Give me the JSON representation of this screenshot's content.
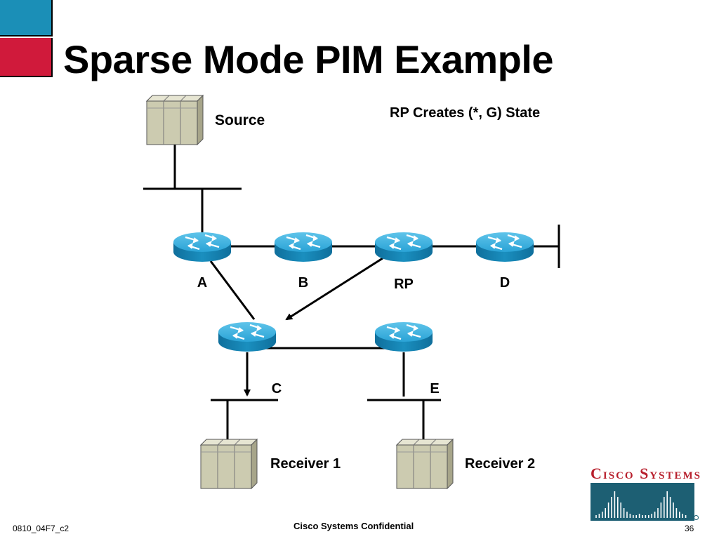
{
  "slide": {
    "title": "Sparse Mode PIM Example",
    "subtitle": "RP Creates (*, G) State",
    "hosts": {
      "source": "Source",
      "receiver1": "Receiver 1",
      "receiver2": "Receiver 2"
    },
    "routers": {
      "a": "A",
      "b": "B",
      "rp": "RP",
      "d": "D",
      "c": "C",
      "e": "E"
    },
    "colors": {
      "accent_blue": "#1b8fb7",
      "accent_red": "#d01a3b",
      "router_body": "#1a8fbf",
      "host_fill": "#cccbb0",
      "logo_red": "#b8202d",
      "logo_teal": "#1d5f73"
    },
    "icons": {
      "router": "router-icon",
      "host": "server-icon",
      "logo": "cisco-bridge-logo"
    }
  },
  "footer": {
    "code": "0810_04F7_c2",
    "confidential": "Cisco Systems Confidential",
    "page": "36"
  },
  "logo": {
    "text": "Cisco Systems"
  }
}
